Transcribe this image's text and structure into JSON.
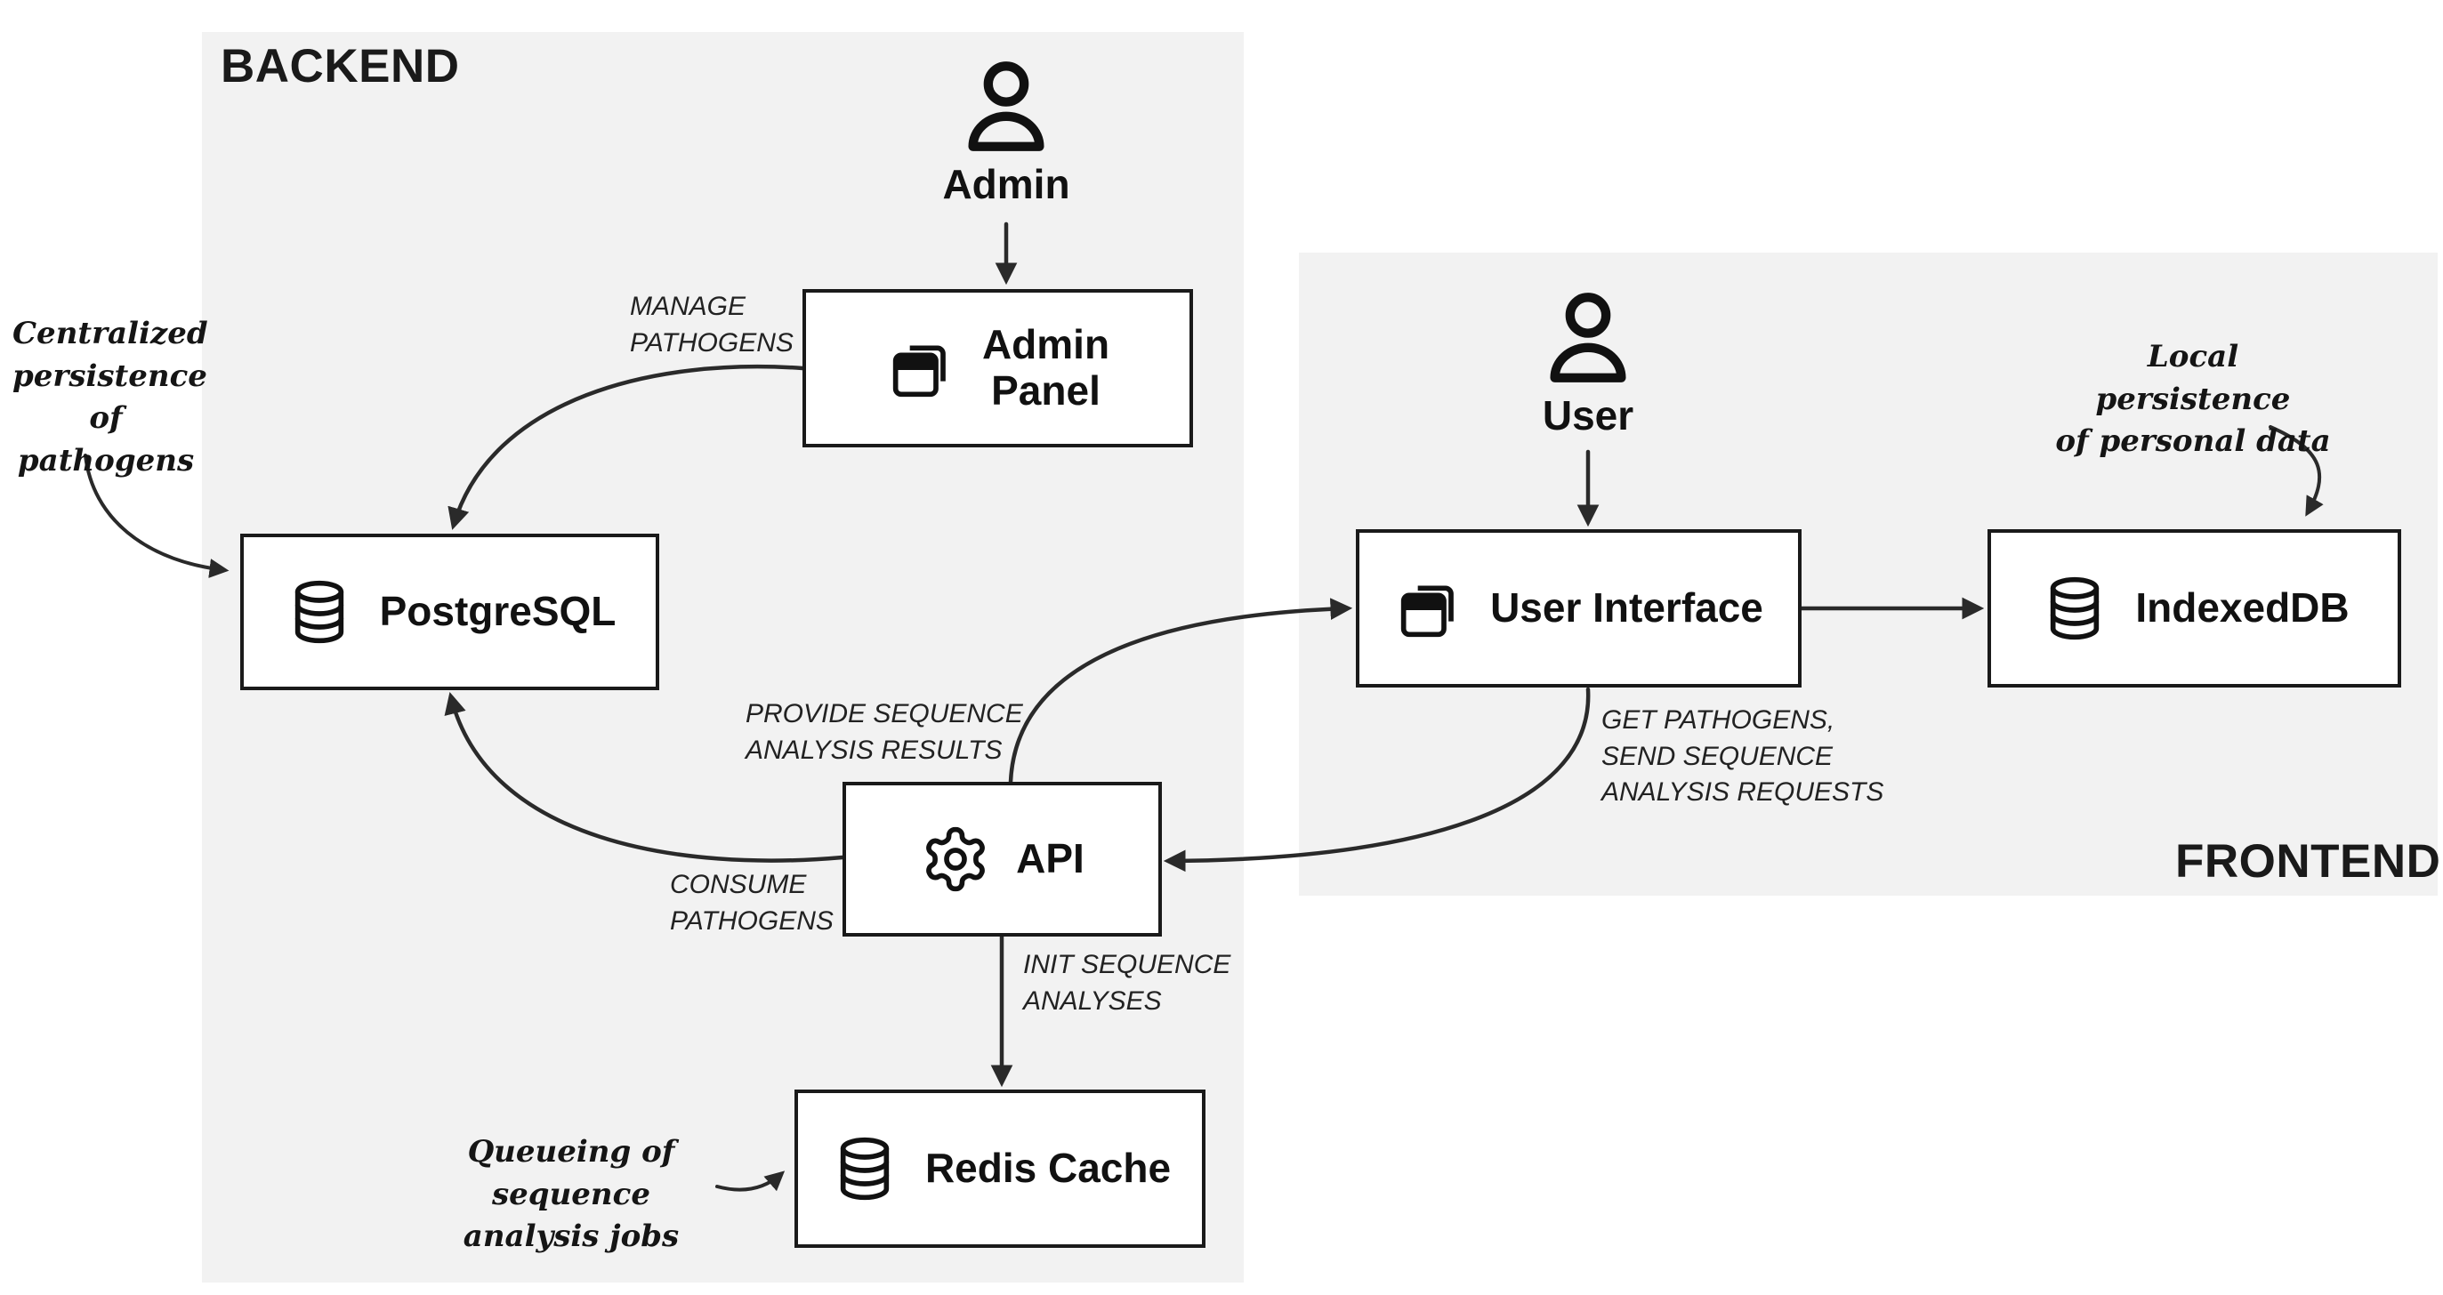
{
  "regions": {
    "backend": {
      "label": "BACKEND"
    },
    "frontend": {
      "label": "FRONTEND"
    }
  },
  "actors": {
    "admin": {
      "label": "Admin"
    },
    "user": {
      "label": "User"
    }
  },
  "nodes": {
    "admin_panel": {
      "label": "Admin\nPanel"
    },
    "postgresql": {
      "label": "PostgreSQL"
    },
    "api": {
      "label": "API"
    },
    "redis_cache": {
      "label": "Redis Cache"
    },
    "user_interface": {
      "label": "User Interface"
    },
    "indexeddb": {
      "label": "IndexedDB"
    }
  },
  "edges": {
    "manage_pathogens": {
      "label": "MANAGE\nPATHOGENS"
    },
    "provide_results": {
      "label": "PROVIDE SEQUENCE\nANALYSIS RESULTS"
    },
    "consume_pathogens": {
      "label": "CONSUME\nPATHOGENS"
    },
    "init_sequence_analyses": {
      "label": "INIT SEQUENCE\nANALYSES"
    },
    "get_pathogens": {
      "label": "GET PATHOGENS,\nSEND SEQUENCE\nANALYSIS REQUESTS"
    }
  },
  "annotations": {
    "centralized_persistence": {
      "text": "Centralized\npersistence\nof pathogens"
    },
    "queueing_jobs": {
      "text": "Queueing of sequence\nanalysis jobs"
    },
    "local_persistence": {
      "text": "Local persistence\nof personal data"
    }
  },
  "colors": {
    "region_bg": "#f2f2f2",
    "box_border": "#1a1a1a",
    "arrow": "#2a2a2a",
    "text": "#111111"
  }
}
